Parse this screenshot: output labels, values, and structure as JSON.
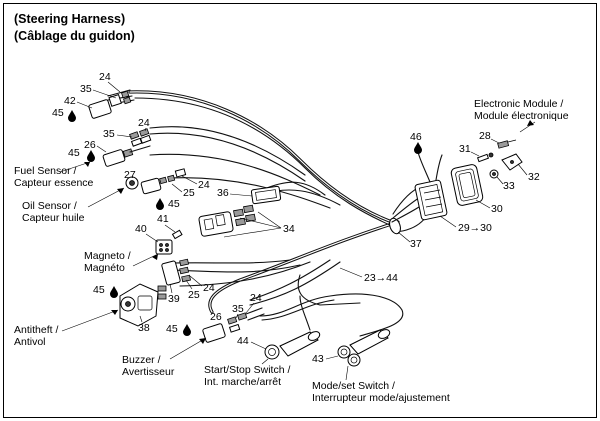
{
  "title": {
    "line1": "(Steering Harness)",
    "line2": "(Câblage du guidon)"
  },
  "labels": {
    "electronic_module": {
      "line1": "Electronic Module /",
      "line2": "Module électronique"
    },
    "fuel_sensor": {
      "line1": "Fuel Sensor /",
      "line2": "Capteur essence"
    },
    "oil_sensor": {
      "line1": "Oil Sensor /",
      "line2": "Capteur huile"
    },
    "magneto": {
      "line1": "Magneto /",
      "line2": "Magnéto"
    },
    "antitheft": {
      "line1": "Antitheft /",
      "line2": "Antivol"
    },
    "buzzer": {
      "line1": "Buzzer /",
      "line2": "Avertisseur"
    },
    "start_stop": {
      "line1": "Start/Stop Switch /",
      "line2": "Int. marche/arrêt"
    },
    "mode_set": {
      "line1": "Mode/set Switch /",
      "line2": "Interrupteur mode/ajustement"
    }
  },
  "callouts": {
    "c24a": "24",
    "c35a": "35",
    "c42": "42",
    "c45a": "45",
    "c35b": "35",
    "c24b": "24",
    "c45b": "45",
    "c26a": "26",
    "c27": "27",
    "c25a": "25",
    "c24c": "24",
    "c45c": "45",
    "c36": "36",
    "c34": "34",
    "c41": "41",
    "c40": "40",
    "c45d": "45",
    "c39": "39",
    "c25b": "25",
    "c24d": "24",
    "c38": "38",
    "c24e": "24",
    "c35c": "35",
    "c26b": "26",
    "c45e": "45",
    "c44": "44",
    "c43": "43",
    "c23": "23→44",
    "c37": "37",
    "c46": "46",
    "c28": "28",
    "c31": "31",
    "c33": "33",
    "c32": "32",
    "c30": "30",
    "c29": "29→30"
  }
}
